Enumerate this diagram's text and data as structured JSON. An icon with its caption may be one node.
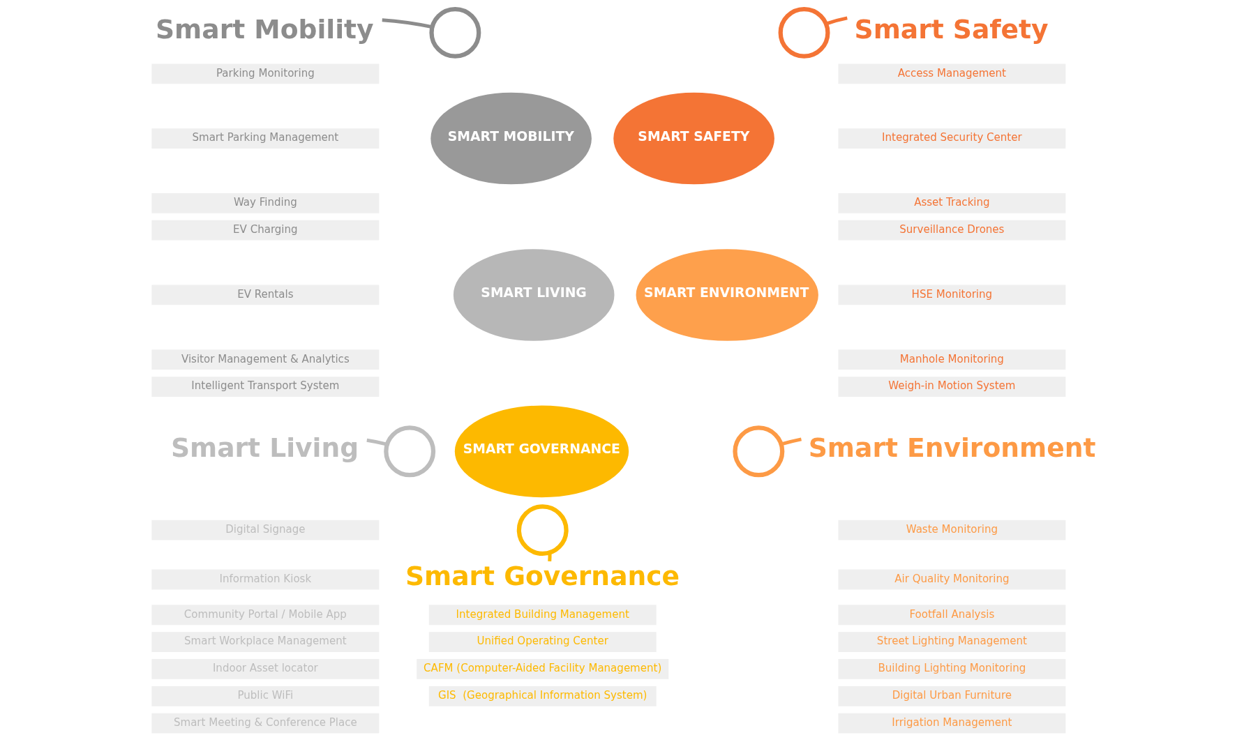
{
  "diagram": {
    "nodes": [
      {
        "text": [
          "SMART MOBILITY"
        ]
      },
      {
        "text": [
          "SMART SAFETY"
        ]
      },
      {
        "text": [
          "SMART LIVING"
        ]
      },
      {
        "text": [
          "SMART ENVIRONMENT"
        ]
      },
      {
        "text": [
          "SMART GOVERNANCE"
        ]
      },
      {
        "text": [],
        "shape": "circle"
      },
      {
        "text": [
          "Smart Mobility"
        ]
      },
      {
        "text": [
          "Parking Monitoring"
        ]
      },
      {
        "text": [
          "Smart Parking Management"
        ]
      },
      {
        "text": [
          "Way Finding"
        ]
      },
      {
        "text": [
          "EV Charging"
        ]
      },
      {
        "text": [
          "EV Rentals"
        ]
      },
      {
        "text": [
          "Visitor Management & Analytics"
        ]
      },
      {
        "text": [
          "Intelligent Transport System"
        ]
      },
      {
        "text": [],
        "shape": "circle"
      },
      {
        "text": [
          "Smart Safety"
        ]
      },
      {
        "text": [
          "Access Management"
        ]
      },
      {
        "text": [
          "Integrated Security Center"
        ]
      },
      {
        "text": [
          "Asset Tracking"
        ]
      },
      {
        "text": [
          "Surveillance Drones"
        ]
      },
      {
        "text": [
          "HSE Monitoring"
        ]
      },
      {
        "text": [
          "Manhole Monitoring"
        ]
      },
      {
        "text": [
          "Weigh-in Motion System"
        ]
      },
      {
        "text": [],
        "shape": "circle"
      },
      {
        "text": [
          "Smart Living"
        ]
      },
      {
        "text": [
          "Digital Signage"
        ]
      },
      {
        "text": [
          "Information Kiosk"
        ]
      },
      {
        "text": [
          "Community Portal / Mobile App"
        ]
      },
      {
        "text": [
          "Smart Workplace Management"
        ]
      },
      {
        "text": [
          "Indoor Asset locator"
        ]
      },
      {
        "text": [
          "Public WiFi"
        ]
      },
      {
        "text": [
          "Smart Meeting & Conference Place"
        ]
      },
      {
        "text": [],
        "shape": "circle"
      },
      {
        "text": [
          "Smart Environment"
        ]
      },
      {
        "text": [
          "Waste Monitoring"
        ]
      },
      {
        "text": [
          "Air Quality Monitoring"
        ]
      },
      {
        "text": [
          "Footfall Analysis"
        ]
      },
      {
        "text": [
          "Street Lighting Management"
        ]
      },
      {
        "text": [
          "Building Lighting Monitoring"
        ]
      },
      {
        "text": [
          "Digital Urban Furniture"
        ]
      },
      {
        "text": [
          "Irrigation Management"
        ]
      },
      {
        "text": [],
        "shape": "circle"
      },
      {
        "text": [
          "Smart Governance"
        ]
      },
      {
        "text": [
          "Integrated Building Management"
        ]
      },
      {
        "text": [
          "Unified Operating Center"
        ]
      },
      {
        "text": [
          "CAFM (Computer-Aided Facility Management)"
        ]
      },
      {
        "text": [
          "GIS  (Geographical Information System)"
        ]
      }
    ],
    "edges": [
      {
        "from": 5,
        "to": 6,
        "arrow": "none",
        "color": "#8c8c8c"
      },
      {
        "from": 14,
        "to": 15,
        "arrow": "none",
        "color": "#f47435"
      },
      {
        "from": 23,
        "to": 24,
        "arrow": "none",
        "color": "#bdbdbd"
      },
      {
        "from": 32,
        "to": 33,
        "arrow": "none",
        "color": "#fd9a45"
      },
      {
        "from": 41,
        "to": 42,
        "arrow": "none",
        "color": "#fdb900"
      }
    ]
  }
}
